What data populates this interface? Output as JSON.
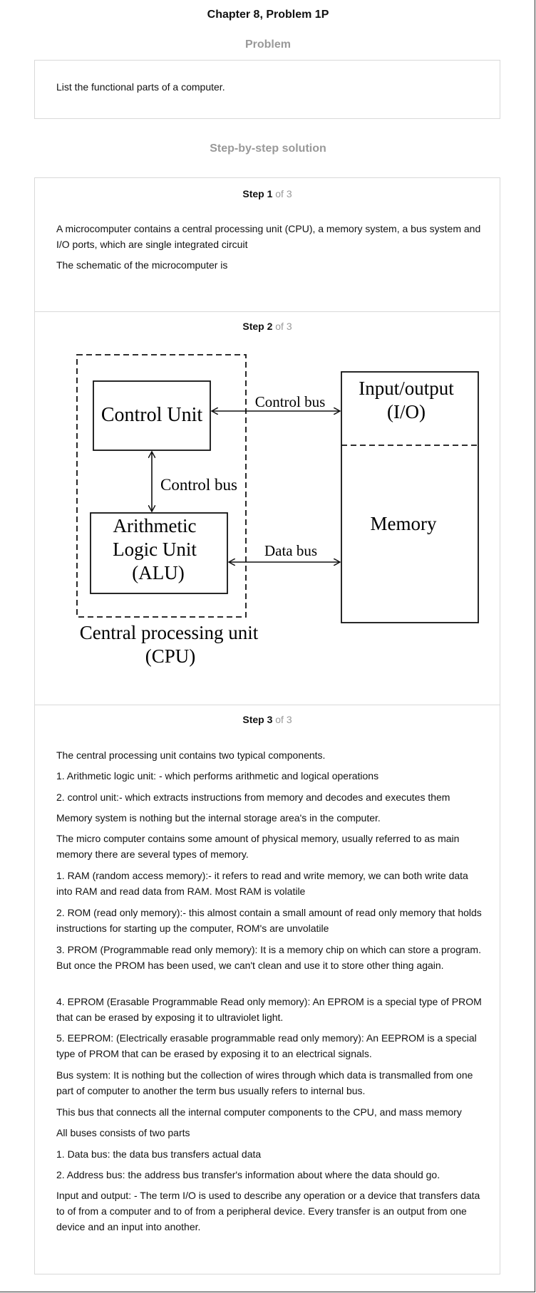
{
  "page": {
    "title": "Chapter 8, Problem 1P"
  },
  "problem": {
    "heading": "Problem",
    "text": "List the functional parts of a computer."
  },
  "solution": {
    "heading": "Step-by-step solution",
    "steps": [
      {
        "label": "Step 1",
        "of": "of 3",
        "paragraphs": [
          "A microcomputer contains a central processing unit (CPU), a memory system, a bus system and I/O ports, which are single integrated circuit",
          "The schematic of the microcomputer is"
        ]
      },
      {
        "label": "Step 2",
        "of": "of 3"
      },
      {
        "label": "Step 3",
        "of": "of 3",
        "paragraphs": [
          "The central processing unit contains two typical components.",
          "1. Arithmetic logic unit: - which performs arithmetic and logical operations",
          "2. control unit:- which extracts instructions from memory and decodes and executes them",
          "Memory system is nothing but the internal storage area's in the computer.",
          "The micro computer contains some amount of physical memory, usually referred to as main memory there are several types of memory.",
          "1. RAM (random access memory):- it refers to read and write memory, we can both write data into RAM and read data from RAM. Most RAM is volatile",
          "2. ROM (read only memory):- this almost contain a small amount of read only memory that holds instructions for starting up the computer, ROM's are unvolatile",
          "3. PROM (Programmable read only memory): It is a memory chip on which can store a program. But once the PROM has been used, we can't clean and use it to store other thing again.",
          "4. EPROM (Erasable Programmable Read only memory): An EPROM is a special type of PROM that can be erased by exposing it to ultraviolet light.",
          "5. EEPROM: (Electrically erasable programmable read only memory): An EEPROM is a special type of PROM that can be erased by exposing it to an electrical signals.",
          "Bus system: It is nothing but the collection of wires through which data is transmalled from one part of computer to another the term bus usually refers to internal bus.",
          "This bus that connects all the internal computer components to the CPU, and mass memory",
          "All buses consists of two parts",
          "1. Data bus: the data bus transfers actual data",
          "2. Address bus: the address bus transfer's information about where the data should go.",
          "Input and output: - The term I/O is used to describe any operation or a device that transfers data to of from a computer and to of from a peripheral device. Every transfer is an output from one device and an input into another."
        ]
      }
    ]
  },
  "diagram": {
    "control_unit": "Control Unit",
    "alu_line1": "Arithmetic",
    "alu_line2": "Logic Unit",
    "alu_line3": "(ALU)",
    "control_bus_top": "Control bus",
    "control_bus_mid": "Control bus",
    "data_bus": "Data bus",
    "io_line1": "Input/output",
    "io_line2": "(I/O)",
    "memory": "Memory",
    "cpu_line1": "Central processing unit",
    "cpu_line2": "(CPU)"
  }
}
